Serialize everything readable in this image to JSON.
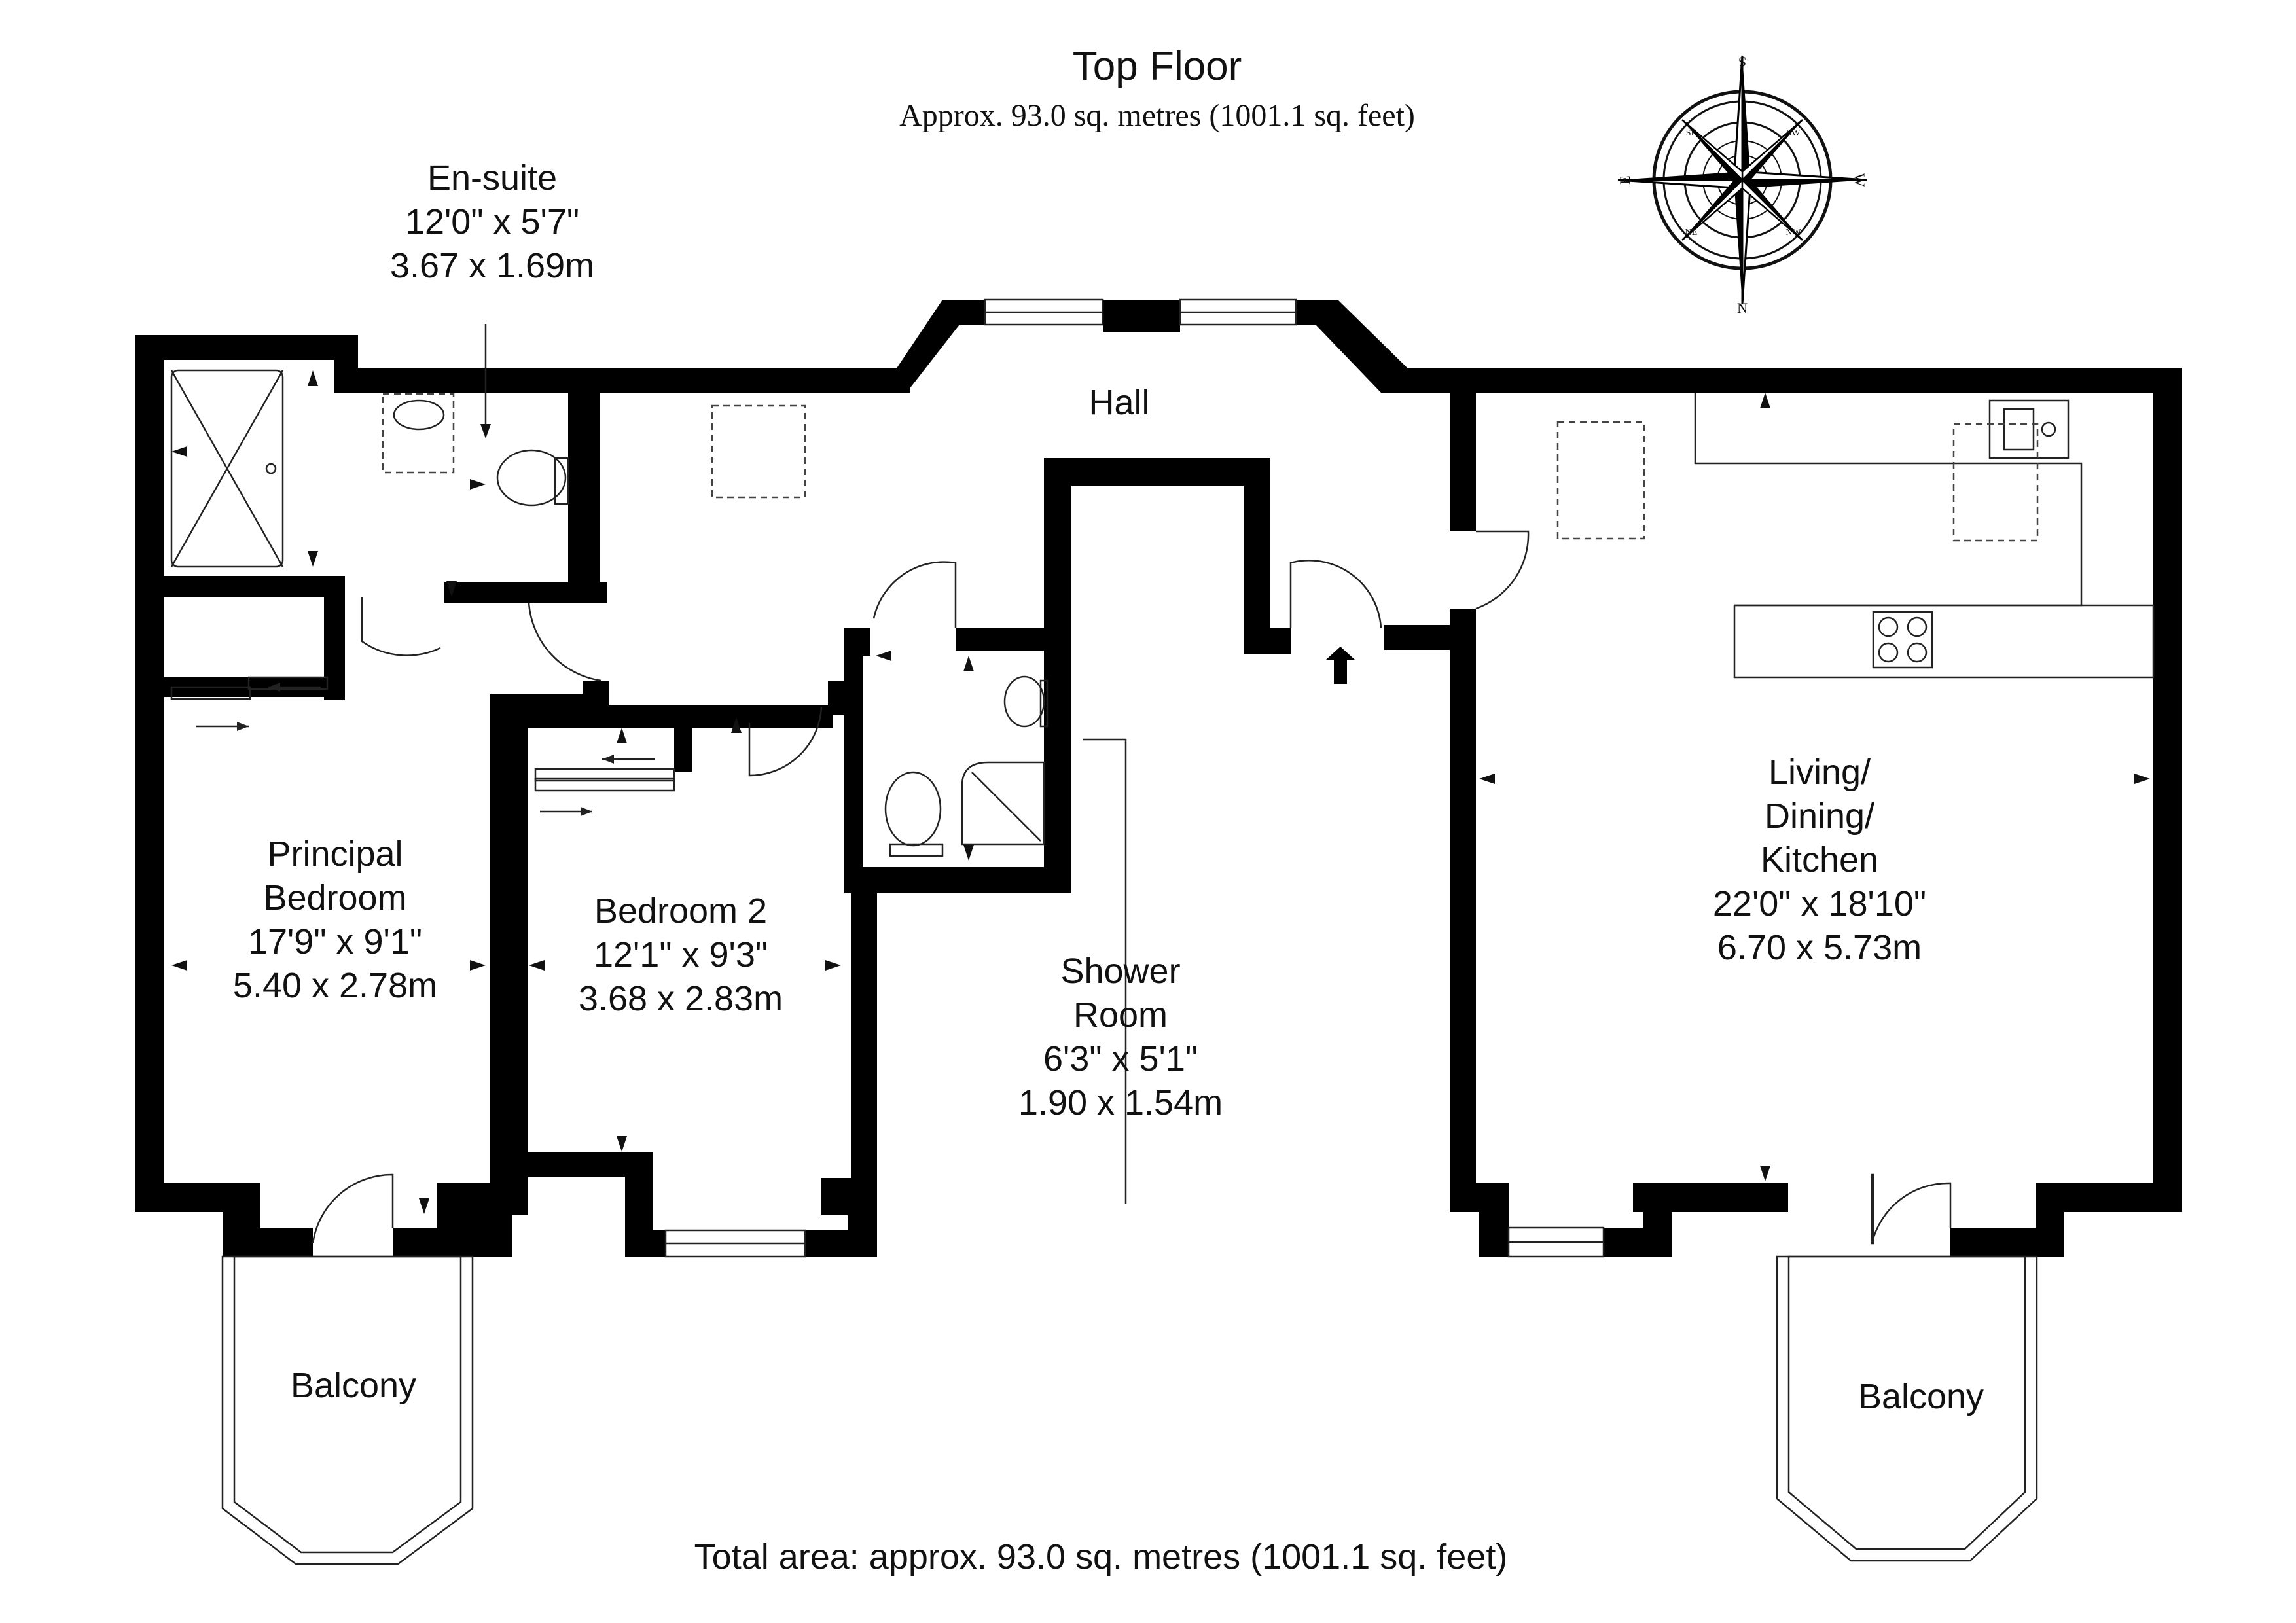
{
  "header": {
    "title": "Top Floor",
    "subtitle": "Approx. 93.0 sq. metres (1001.1 sq. feet)"
  },
  "footer": {
    "total": "Total area: approx. 93.0 sq. metres (1001.1 sq. feet)"
  },
  "compass": {
    "icon": "compass-rose-icon",
    "letters": [
      "S",
      "W",
      "N",
      "E"
    ],
    "minor": [
      "SW",
      "NW",
      "NE",
      "SE"
    ]
  },
  "rooms": {
    "ensuite": {
      "name": "En-suite",
      "imperial": "12'0\" x 5'7\"",
      "metric": "3.67 x 1.69m"
    },
    "hall": {
      "name": "Hall"
    },
    "principal": {
      "name1": "Principal",
      "name2": "Bedroom",
      "imperial": "17'9\" x 9'1\"",
      "metric": "5.40 x 2.78m"
    },
    "bedroom2": {
      "name": "Bedroom 2",
      "imperial": "12'1\" x 9'3\"",
      "metric": "3.68 x 2.83m"
    },
    "shower": {
      "name1": "Shower",
      "name2": "Room",
      "imperial": "6'3\" x 5'1\"",
      "metric": "1.90 x 1.54m"
    },
    "living": {
      "name1": "Living/",
      "name2": "Dining/",
      "name3": "Kitchen",
      "imperial": "22'0\" x 18'10\"",
      "metric": "6.70 x 5.73m"
    },
    "balcony_left": {
      "name": "Balcony"
    },
    "balcony_right": {
      "name": "Balcony"
    }
  },
  "colors": {
    "wall": "#000000",
    "line": "#222222",
    "background": "#ffffff"
  }
}
